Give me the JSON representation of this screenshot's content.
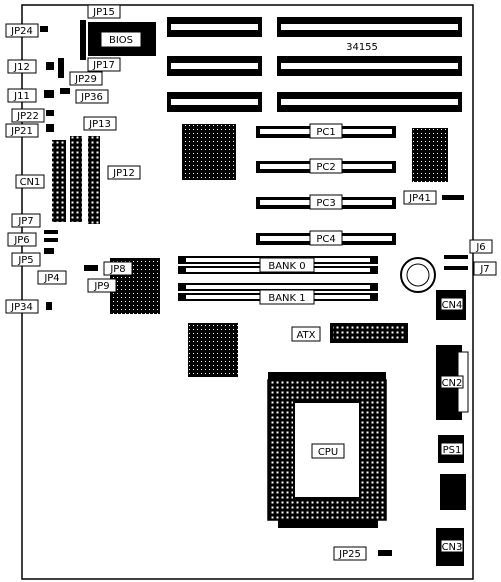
{
  "board": {
    "bios": "BIOS",
    "part_number": "34155",
    "cpu": "CPU",
    "atx": "ATX",
    "ps1": "PS1",
    "bank0": "BANK 0",
    "bank1": "BANK 1",
    "pc_slots": [
      "PC1",
      "PC2",
      "PC3",
      "PC4"
    ],
    "connectors": [
      "CN1",
      "CN2",
      "CN3",
      "CN4"
    ],
    "jumpers": [
      "JP24",
      "JP15",
      "J12",
      "JP29",
      "JP17",
      "J11",
      "JP36",
      "JP22",
      "JP21",
      "JP13",
      "JP12",
      "JP41",
      "JP7",
      "JP6",
      "JP5",
      "JP4",
      "JP8",
      "JP9",
      "J6",
      "J7",
      "JP34",
      "JP25"
    ]
  }
}
